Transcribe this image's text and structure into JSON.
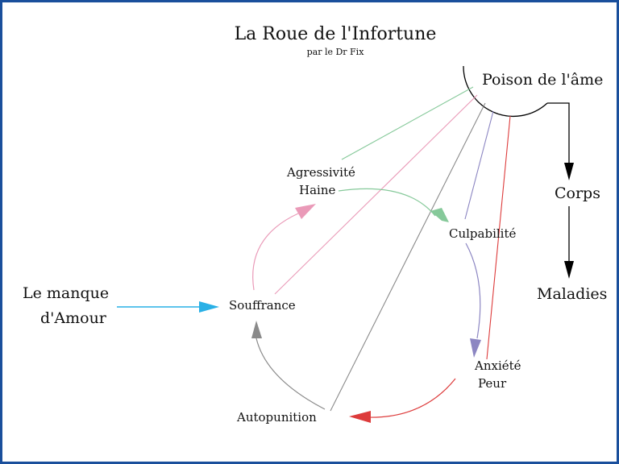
{
  "title": "La Roue de l'Infortune",
  "subtitle": "par le  Dr Fix",
  "nodes": {
    "poison": "Poison de l'âme",
    "corps": "Corps",
    "maladies": "Maladies",
    "manque_line1": "Le manque",
    "manque_line2": "d'Amour",
    "agressivite": "Agressivité",
    "haine": "Haine",
    "culpabilite": "Culpabilité",
    "souffrance": "Souffrance",
    "anxiete": "Anxiété",
    "peur": "Peur",
    "autopunition": "Autopunition"
  },
  "colors": {
    "frame": "#1a4f9c",
    "green": "#86c99a",
    "pink": "#ea9ab8",
    "purple": "#8c86c2",
    "red": "#dd3b3b",
    "gray": "#8a8a8a",
    "cyan": "#29b0e6",
    "black": "#000000"
  }
}
